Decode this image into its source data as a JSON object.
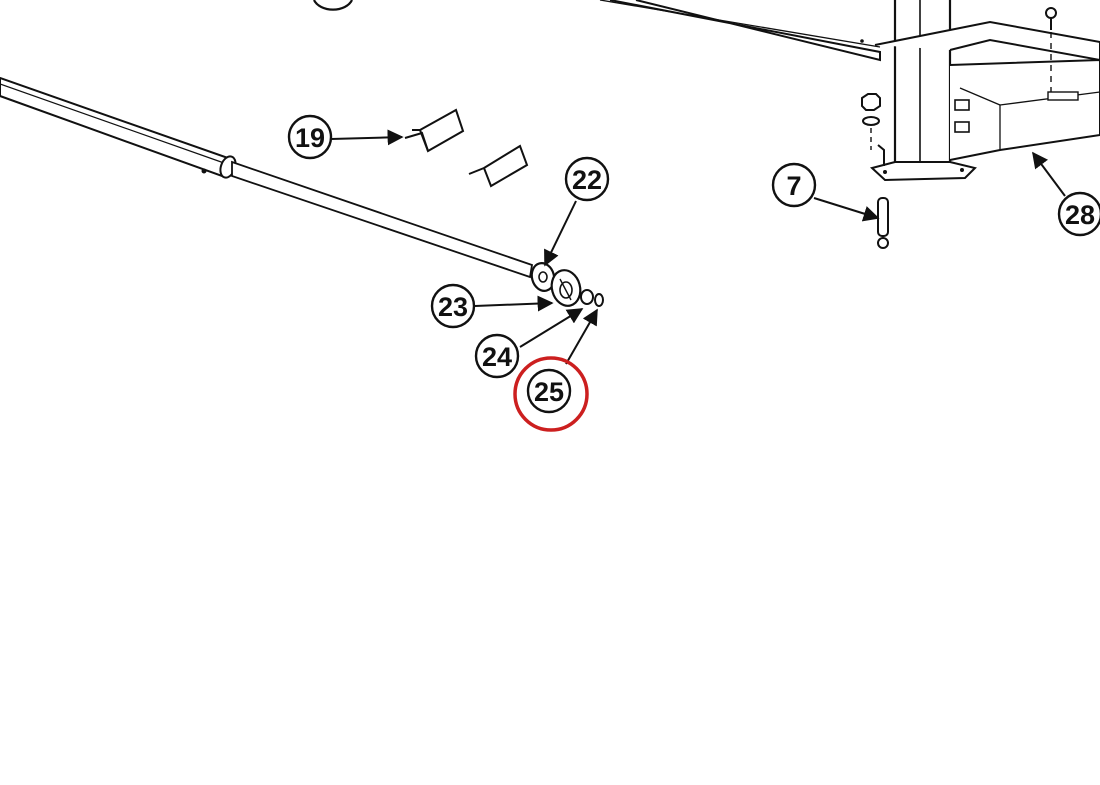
{
  "diagram": {
    "callouts": [
      {
        "id": "19",
        "label": "19"
      },
      {
        "id": "22",
        "label": "22"
      },
      {
        "id": "23",
        "label": "23"
      },
      {
        "id": "24",
        "label": "24"
      },
      {
        "id": "25",
        "label": "25",
        "highlighted": true
      },
      {
        "id": "7",
        "label": "7"
      },
      {
        "id": "28",
        "label": "28"
      }
    ],
    "highlight_color": "#cc1f1f",
    "line_color": "#111111",
    "background": "#ffffff"
  }
}
